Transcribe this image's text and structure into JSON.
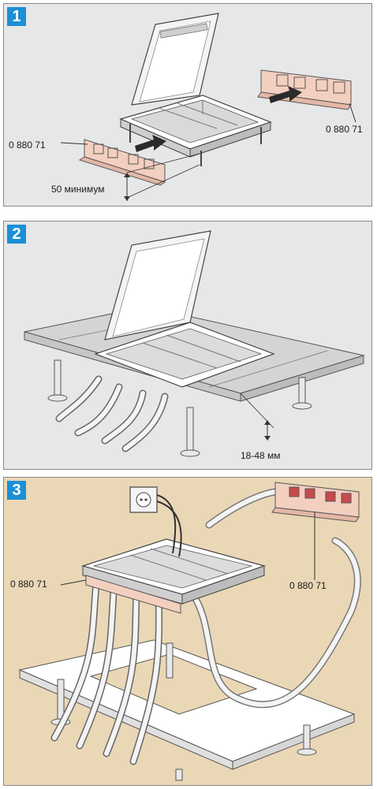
{
  "steps": [
    {
      "number": "1",
      "labels": {
        "part_left": "0 880 71",
        "part_right": "0 880 71",
        "min_distance": "50 минимум"
      }
    },
    {
      "number": "2",
      "labels": {
        "floor_range": "18-48 мм"
      }
    },
    {
      "number": "3",
      "labels": {
        "part_left": "0 880 71",
        "part_right": "0 880 71"
      }
    }
  ],
  "colors": {
    "badge": "#1c8fd6",
    "panel_grey": "#e6e7e8",
    "panel_beige": "#ead7b6",
    "part_pink": "#f3cfc0"
  }
}
